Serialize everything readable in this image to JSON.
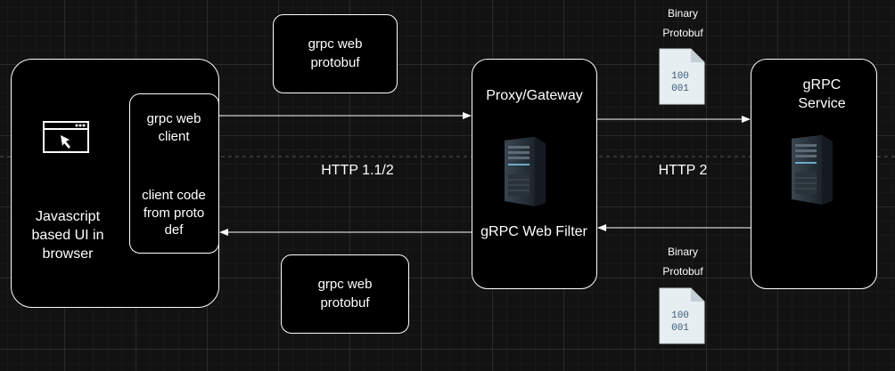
{
  "browser_box": {
    "label": "Javascript based UI in browser",
    "icon": "browser-cursor-icon"
  },
  "client_box": {
    "title": "grpc web client",
    "subtitle": "client code from proto def"
  },
  "request_message": {
    "label": "grpc web protobuf"
  },
  "response_message": {
    "label": "grpc web protobuf"
  },
  "proxy_box": {
    "title": "Proxy/Gateway",
    "filter_label": "gRPC Web Filter",
    "icon": "server-icon"
  },
  "service_box": {
    "title": "gRPC Service",
    "icon": "server-icon"
  },
  "left_link": {
    "label": "HTTP 1.1/2"
  },
  "right_link": {
    "label": "HTTP 2"
  },
  "top_payload": {
    "label": "Binary Protobuf",
    "icon": "binary-file-icon",
    "digits_top": "100",
    "digits_bottom": "001"
  },
  "bottom_payload": {
    "label": "Binary Protobuf",
    "icon": "binary-file-icon",
    "digits_top": "100",
    "digits_bottom": "001"
  },
  "colors": {
    "background": "#121212",
    "box_fill": "#000000",
    "stroke": "#ffffff",
    "file_icon": "#e6eef2",
    "file_digits": "#3b5a78"
  }
}
